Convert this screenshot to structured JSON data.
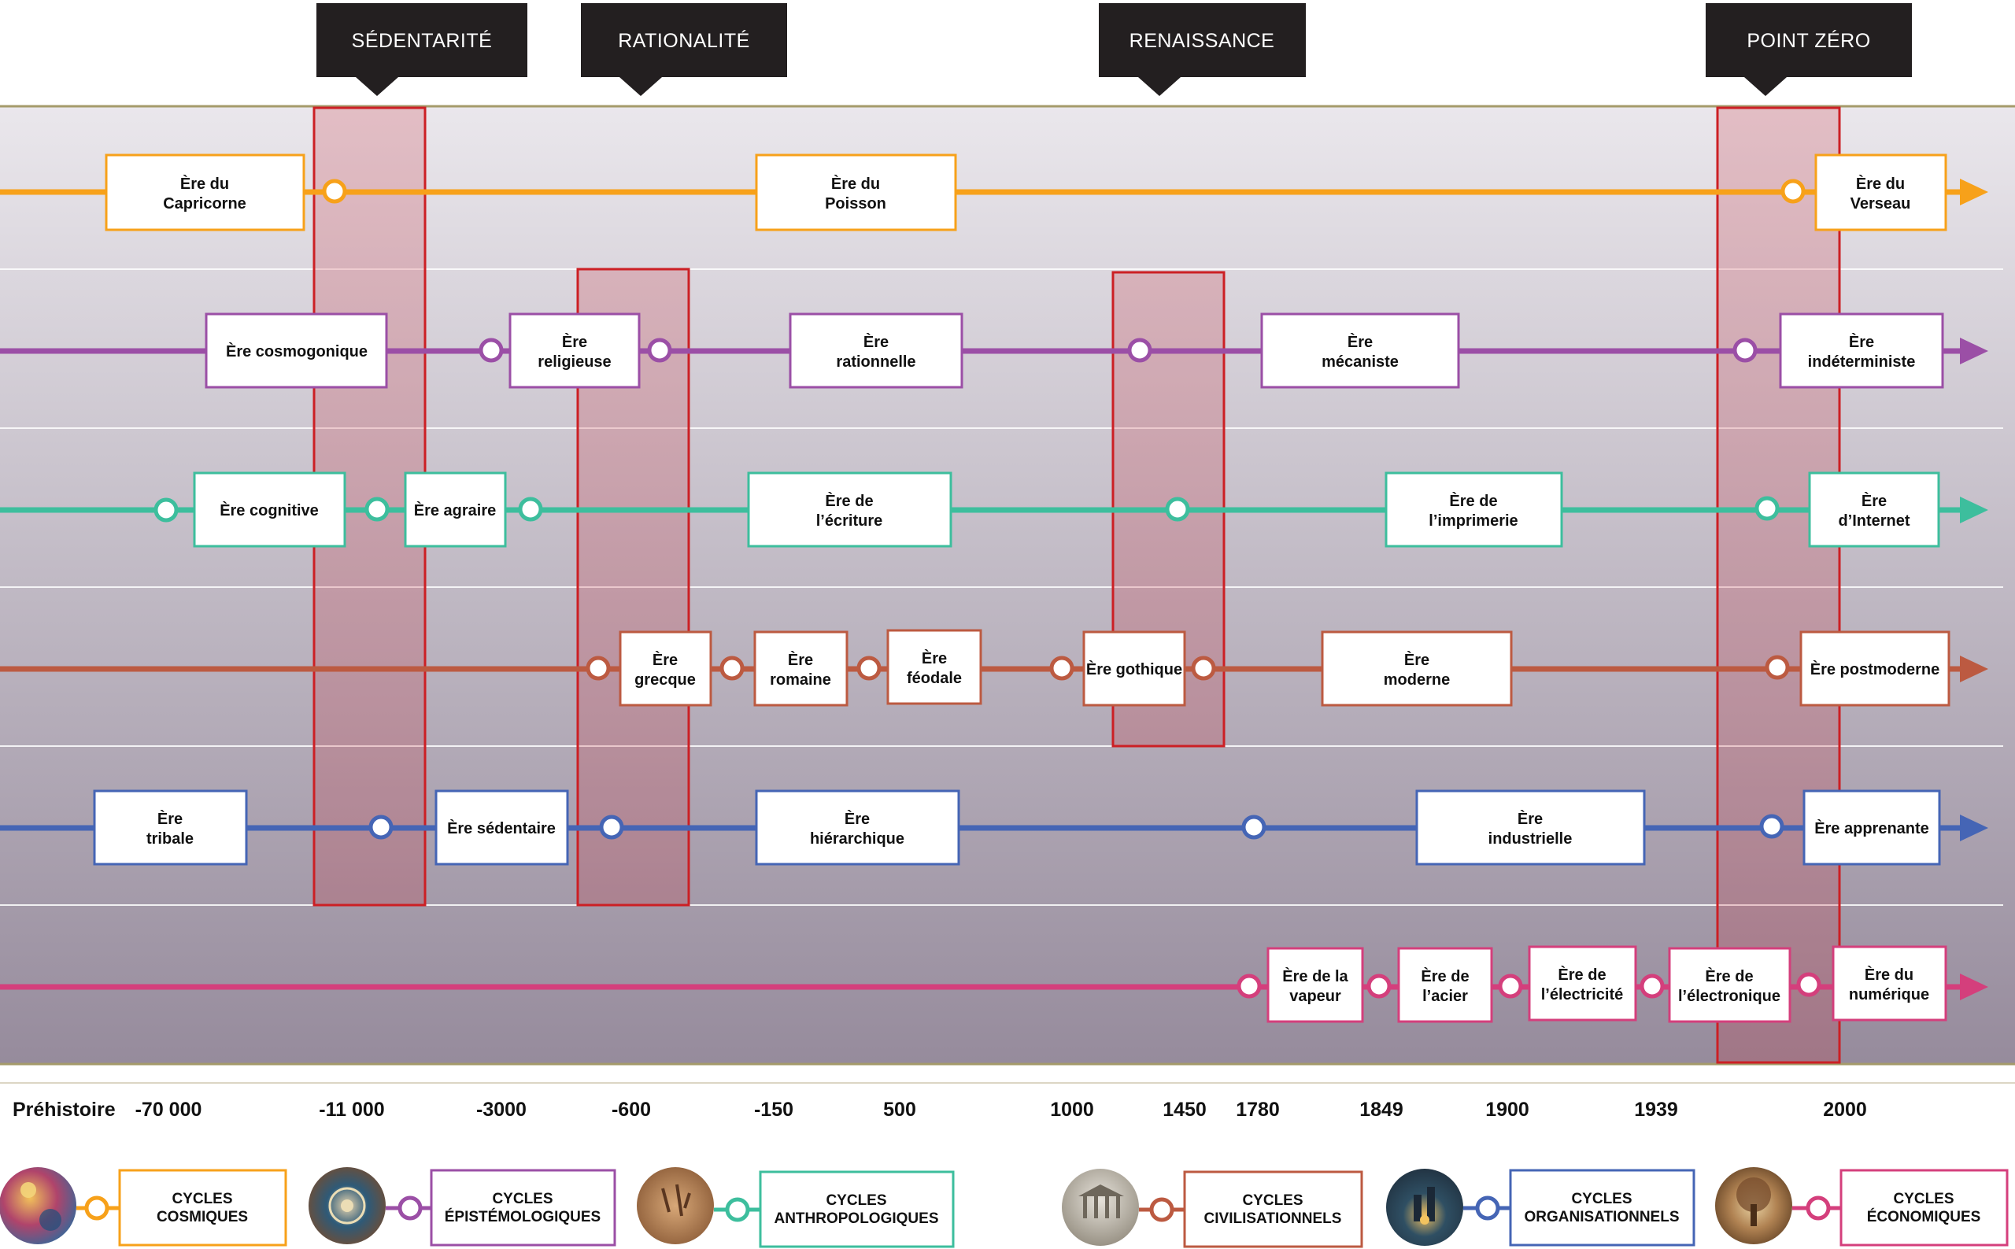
{
  "periods": [
    {
      "label": "SÉDENTARITÉ"
    },
    {
      "label": "RATIONALITÉ"
    },
    {
      "label": "RENAISSANCE"
    },
    {
      "label": "POINT ZÉRO"
    }
  ],
  "years": [
    "Préhistoire",
    "-70 000",
    "-11 000",
    "-3000",
    "-600",
    "-150",
    "500",
    "1000",
    "1450",
    "1780",
    "1849",
    "1900",
    "1939",
    "2000"
  ],
  "lanes": [
    {
      "color": "#F7A11A",
      "eras": [
        [
          "Ère du",
          "Capricorne"
        ],
        [
          "Ère du",
          "Poisson"
        ],
        [
          "Ère du",
          "Verseau"
        ]
      ]
    },
    {
      "color": "#9B4FA6",
      "eras": [
        [
          "Ère cosmogonique"
        ],
        [
          "Ère",
          "religieuse"
        ],
        [
          "Ère",
          "rationnelle"
        ],
        [
          "Ère",
          "mécaniste"
        ],
        [
          "Ère",
          "indéterministe"
        ]
      ]
    },
    {
      "color": "#3DBE9D",
      "eras": [
        [
          "Ère cognitive"
        ],
        [
          "Ère agraire"
        ],
        [
          "Ère de",
          "l’écriture"
        ],
        [
          "Ère de",
          "l’imprimerie"
        ],
        [
          "Ère",
          "d’Internet"
        ]
      ]
    },
    {
      "color": "#BC5A41",
      "eras": [
        [
          "Ère",
          "grecque"
        ],
        [
          "Ère",
          "romaine"
        ],
        [
          "Ère",
          "féodale"
        ],
        [
          "Ère gothique"
        ],
        [
          "Ère",
          "moderne"
        ],
        [
          "Ère postmoderne"
        ]
      ]
    },
    {
      "color": "#4565B5",
      "eras": [
        [
          "Ère",
          "tribale"
        ],
        [
          "Ère sédentaire"
        ],
        [
          "Ère",
          "hiérarchique"
        ],
        [
          "Ère",
          "industrielle"
        ],
        [
          "Ère apprenante"
        ]
      ]
    },
    {
      "color": "#D43F7C",
      "eras": [
        [
          "Ère de la",
          "vapeur"
        ],
        [
          "Ère de",
          "l’acier"
        ],
        [
          "Ère de",
          "l’électricité"
        ],
        [
          "Ère de",
          "l’électronique"
        ],
        [
          "Ère du",
          "numérique"
        ]
      ]
    }
  ],
  "legend": [
    {
      "lines": [
        "CYCLES",
        "COSMIQUES"
      ],
      "color": "#F7A11A"
    },
    {
      "lines": [
        "CYCLES",
        "ÉPISTÉMOLOGIQUES"
      ],
      "color": "#9B4FA6"
    },
    {
      "lines": [
        "CYCLES",
        "ANTHROPOLOGIQUES"
      ],
      "color": "#3DBE9D"
    },
    {
      "lines": [
        "CYCLES",
        "CIVILISATIONNELS"
      ],
      "color": "#BC5A41"
    },
    {
      "lines": [
        "CYCLES",
        "ORGANISATIONNELS"
      ],
      "color": "#4565B5"
    },
    {
      "lines": [
        "CYCLES",
        "ÉCONOMIQUES"
      ],
      "color": "#D43F7C"
    }
  ],
  "colors": {
    "period_fill": "#231F20",
    "highlight_border": "#CC1F24",
    "highlight_fill": "rgba(200,45,60,0.22)",
    "frame": "#A59B6B"
  }
}
